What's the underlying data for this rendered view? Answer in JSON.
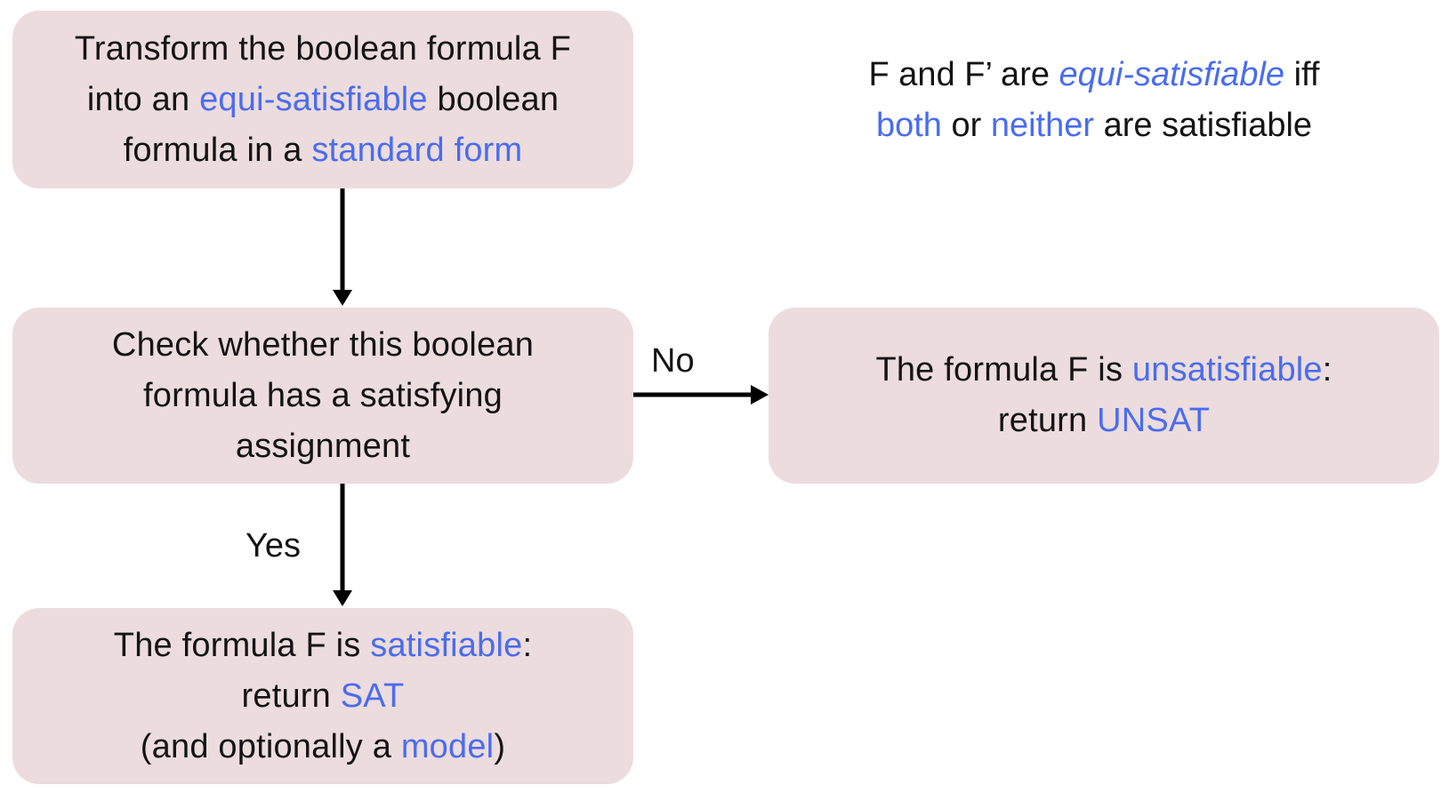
{
  "nodes": {
    "transform": {
      "lines": [
        [
          {
            "t": "Transform the boolean formula F"
          }
        ],
        [
          {
            "t": "into an "
          },
          {
            "t": "equi-satisfiable",
            "hl": true
          },
          {
            "t": " boolean"
          }
        ],
        [
          {
            "t": "formula in a "
          },
          {
            "t": "standard form",
            "hl": true
          }
        ]
      ]
    },
    "check": {
      "lines": [
        [
          {
            "t": "Check whether this boolean"
          }
        ],
        [
          {
            "t": "formula has a satisfying"
          }
        ],
        [
          {
            "t": "assignment"
          }
        ]
      ]
    },
    "unsat": {
      "lines": [
        [
          {
            "t": "The formula F is "
          },
          {
            "t": "unsatisfiable",
            "hl": true
          },
          {
            "t": ":"
          }
        ],
        [
          {
            "t": "return "
          },
          {
            "t": "UNSAT",
            "hl": true
          }
        ]
      ]
    },
    "sat": {
      "lines": [
        [
          {
            "t": "The formula F is "
          },
          {
            "t": "satisfiable",
            "hl": true
          },
          {
            "t": ":"
          }
        ],
        [
          {
            "t": "return "
          },
          {
            "t": "SAT",
            "hl": true
          }
        ],
        [
          {
            "t": "(and optionally a "
          },
          {
            "t": "model",
            "hl": true
          },
          {
            "t": ")"
          }
        ]
      ]
    }
  },
  "note": {
    "lines": [
      [
        {
          "t": "F and F’ are "
        },
        {
          "t": "equi-satisfiable",
          "hl": true,
          "italic": true
        },
        {
          "t": " iff"
        }
      ],
      [
        {
          "t": "both",
          "hl": true
        },
        {
          "t": " or "
        },
        {
          "t": "neither",
          "hl": true
        },
        {
          "t": " are satisfiable"
        }
      ]
    ]
  },
  "edges": {
    "check_to_unsat_label": "No",
    "check_to_sat_label": "Yes"
  },
  "colors": {
    "box_fill": "#ecdcdd",
    "highlight": "#4a6cf0",
    "text": "#141414",
    "arrow": "#000000"
  }
}
